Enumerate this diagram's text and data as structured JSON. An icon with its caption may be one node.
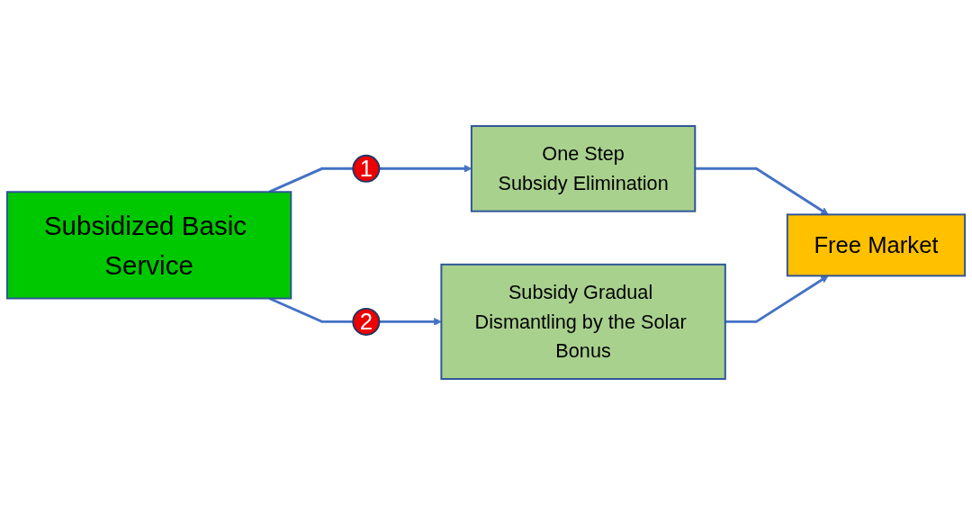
{
  "diagram": {
    "nodes": [
      {
        "text": [
          "Subsidized Basic Service"
        ]
      },
      {
        "text": [
          "1"
        ]
      },
      {
        "text": [
          "One Step",
          "Subsidy Elimination"
        ]
      },
      {
        "text": [
          "2"
        ]
      },
      {
        "text": [
          "Subsidy Gradual Dismantling by the Solar Bonus"
        ]
      },
      {
        "text": [
          "Free Market"
        ]
      }
    ],
    "edges": [
      {
        "from": 0,
        "to": 1,
        "arrow": "none"
      },
      {
        "from": 1,
        "to": 2,
        "arrow": "to"
      },
      {
        "from": 0,
        "to": 3,
        "arrow": "none"
      },
      {
        "from": 3,
        "to": 4,
        "arrow": "to"
      },
      {
        "from": 2,
        "to": 5,
        "arrow": "to"
      },
      {
        "from": 4,
        "to": 5,
        "arrow": "to"
      }
    ]
  }
}
